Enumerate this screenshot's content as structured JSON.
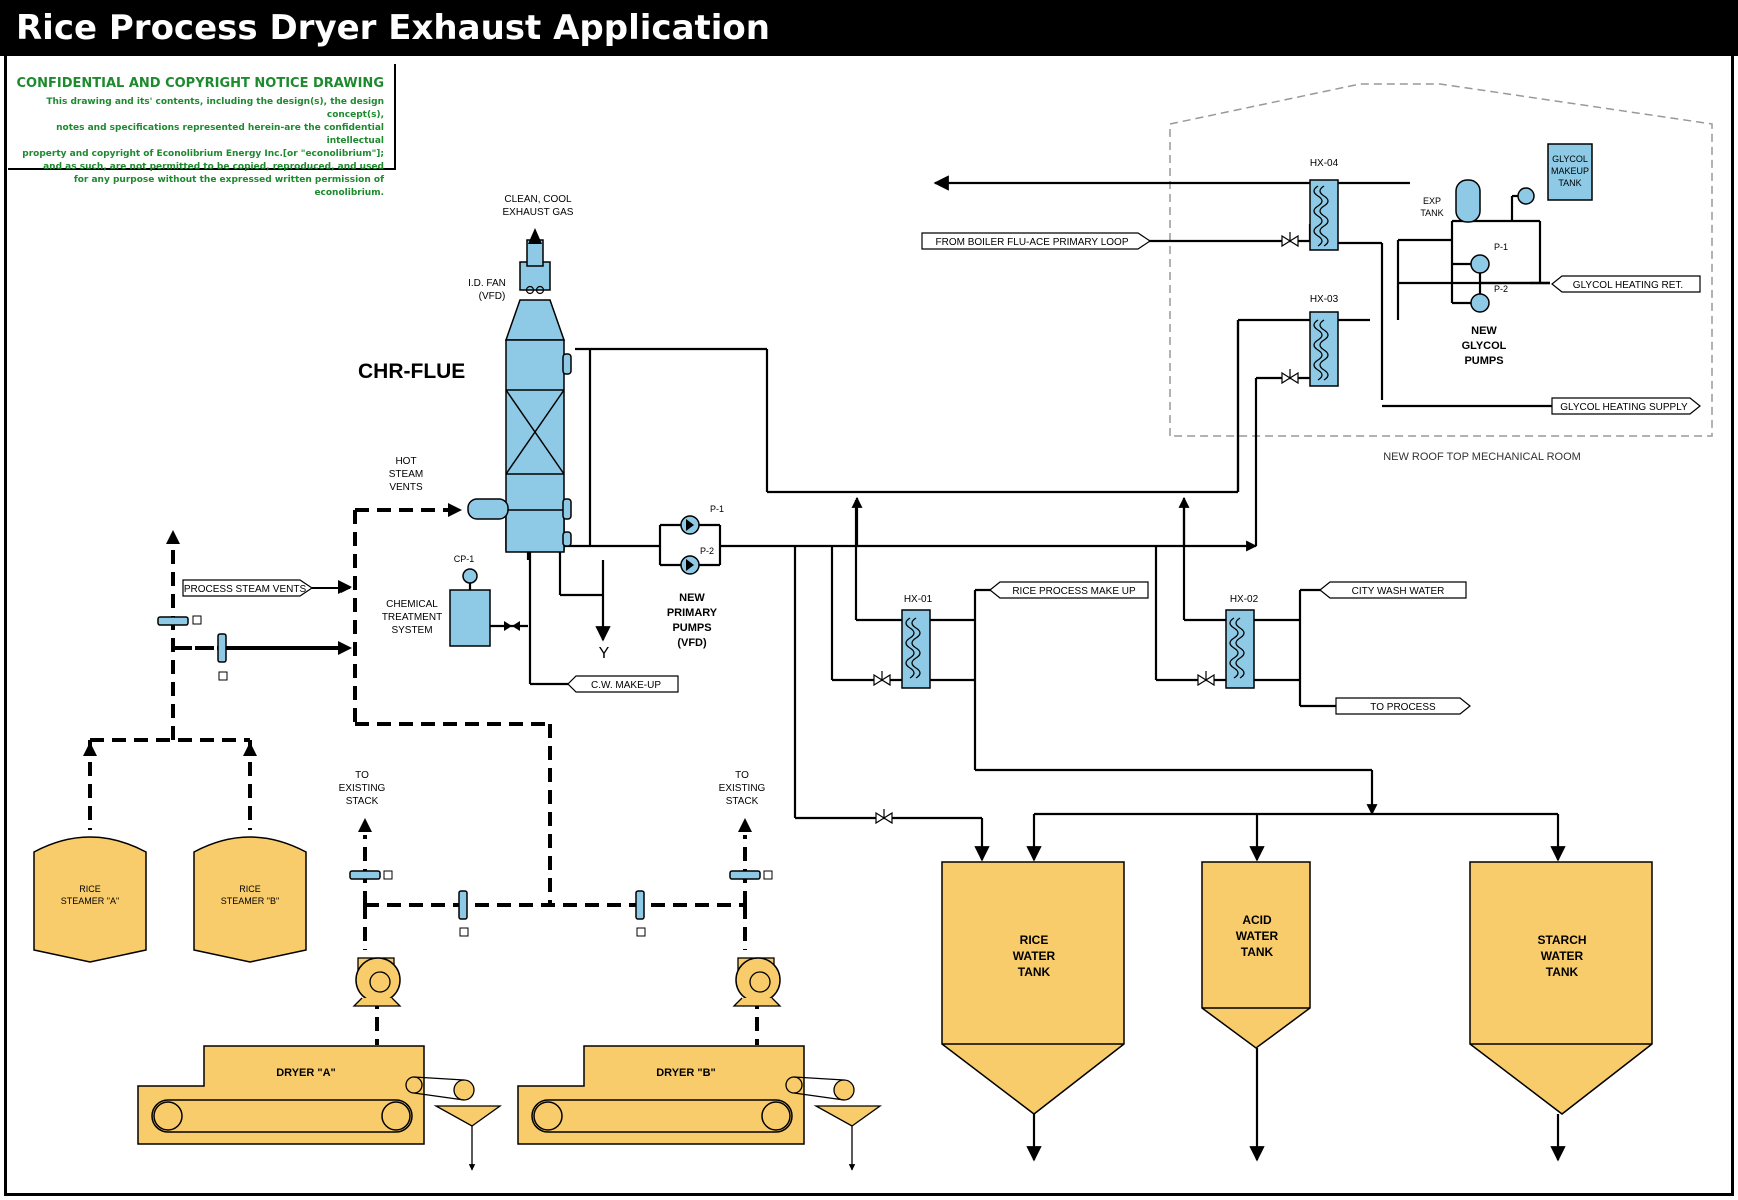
{
  "header": {
    "title": "Rice Process Dryer Exhaust Application"
  },
  "notice": {
    "title": "CONFIDENTIAL AND COPYRIGHT NOTICE DRAWING",
    "lines": [
      "This drawing and its' contents, including the design(s), the design concept(s),",
      "notes and specifications represented herein-are the confidential intellectual",
      "property and copyright of Econolibrium Energy Inc.[or \"econolibrium\"];",
      "and as such, are not permitted to be copied, reproduced, and used",
      "for any purpose without the expressed written permission of econolibrium."
    ]
  },
  "colors": {
    "equipment_yellow": "#f8cc6b",
    "equipment_blue": "#8ecae6",
    "header_bg": "#000000",
    "notice_green": "#1d8a2e"
  },
  "diagram": {
    "chr_flue": "CHR-FLUE",
    "clean_gas": [
      "CLEAN, COOL",
      "EXHAUST GAS"
    ],
    "id_fan": [
      "I.D. FAN",
      "(VFD)"
    ],
    "hot_steam_vents": [
      "HOT",
      "STEAM",
      "VENTS"
    ],
    "chemical_treatment": [
      "CHEMICAL",
      "TREATMENT",
      "SYSTEM"
    ],
    "cp1": "CP-1",
    "cw_makeup": "C.W. MAKE-UP",
    "process_steam_vents": "PROCESS STEAM VENTS",
    "primary_pumps": [
      "NEW",
      "PRIMARY",
      "PUMPS",
      "(VFD)"
    ],
    "p1": "P-1",
    "p2": "P-2",
    "from_boiler": "FROM BOILER FLU-ACE PRIMARY LOOP",
    "hx04": "HX-04",
    "hx03": "HX-03",
    "hx01": "HX-01",
    "hx02": "HX-02",
    "exp_tank": [
      "EXP",
      "TANK"
    ],
    "glycol_makeup": [
      "GLYCOL",
      "MAKEUP",
      "TANK"
    ],
    "glycol_pumps": [
      "NEW",
      "GLYCOL",
      "PUMPS"
    ],
    "glycol_ret": "GLYCOL HEATING RET.",
    "glycol_supply": "GLYCOL HEATING SUPPLY",
    "roof_room": "NEW ROOF TOP MECHANICAL ROOM",
    "rice_makeup": "RICE PROCESS MAKE UP",
    "city_wash": "CITY WASH WATER",
    "to_process": "TO PROCESS",
    "to_stack": [
      "TO",
      "EXISTING",
      "STACK"
    ],
    "steamer_a": [
      "RICE",
      "STEAMER \"A\""
    ],
    "steamer_b": [
      "RICE",
      "STEAMER \"B\""
    ],
    "dryer_a": "DRYER \"A\"",
    "dryer_b": "DRYER \"B\"",
    "rice_tank": [
      "RICE",
      "WATER",
      "TANK"
    ],
    "acid_tank": [
      "ACID",
      "WATER",
      "TANK"
    ],
    "starch_tank": [
      "STARCH",
      "WATER",
      "TANK"
    ]
  }
}
